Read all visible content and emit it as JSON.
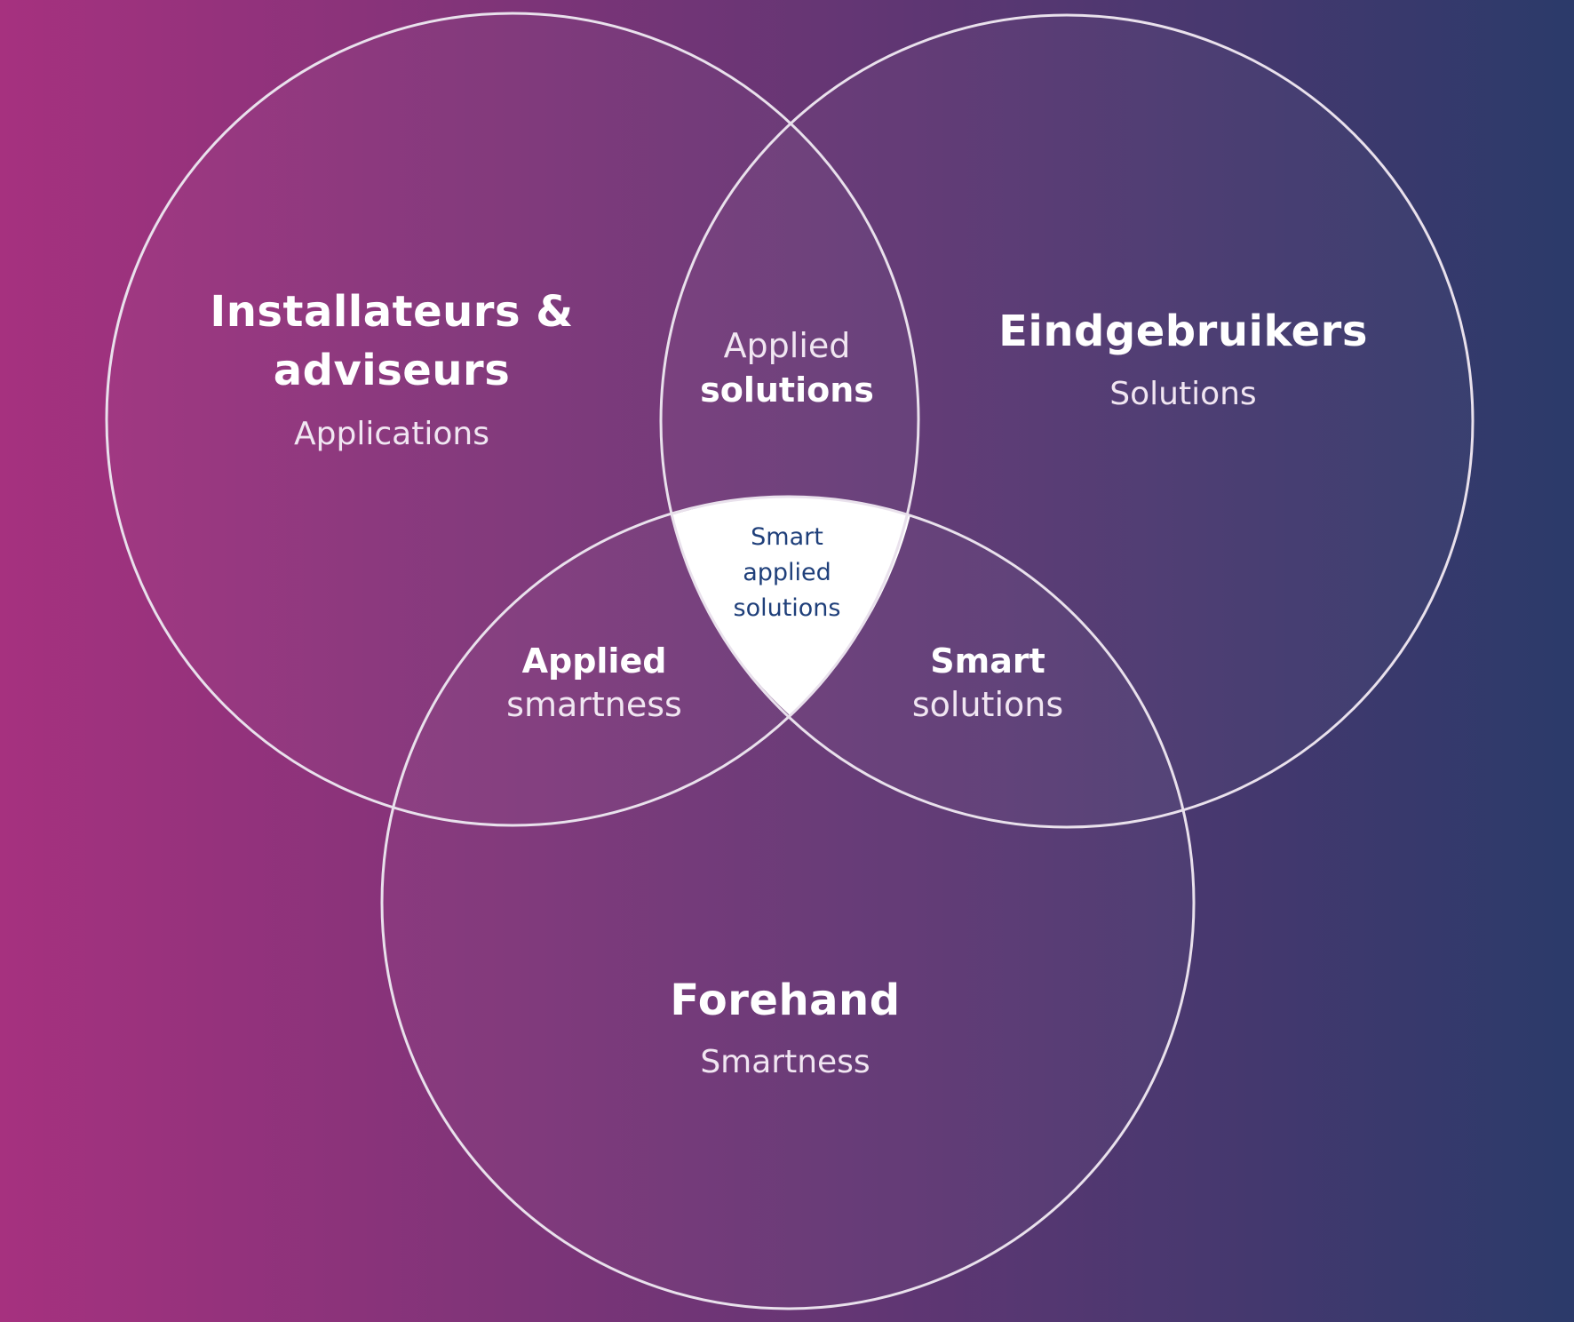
{
  "colors": {
    "gradient_left": "#a6317f",
    "gradient_right": "#2b3a6a",
    "circle_stroke": "#e9e1ec",
    "center_fill": "#ffffff",
    "center_text": "#1f3f7a",
    "label_text": "#ffffff"
  },
  "circles": {
    "installateurs": {
      "title_line1": "Installateurs &",
      "title_line2": "adviseurs",
      "subtitle": "Applications"
    },
    "eindgebruikers": {
      "title": "Eindgebruikers",
      "subtitle": "Solutions"
    },
    "forehand": {
      "title": "Forehand",
      "subtitle": "Smartness"
    }
  },
  "overlaps": {
    "applied_solutions": {
      "line1": "Applied",
      "line2": "solutions"
    },
    "applied_smartness": {
      "line1": "Applied",
      "line2": "smartness"
    },
    "smart_solutions": {
      "line1": "Smart",
      "line2": "solutions"
    },
    "center": {
      "line1": "Smart",
      "line2": "applied",
      "line3": "solutions"
    }
  }
}
